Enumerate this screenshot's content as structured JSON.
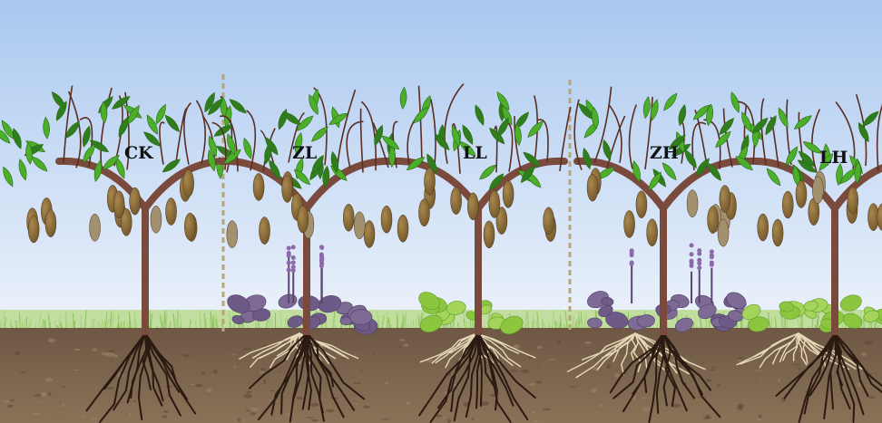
{
  "labels": {
    "ck": "CK",
    "zl": "ZL",
    "ll": "LL",
    "zh": "ZH",
    "lh": "LH"
  },
  "colors": {
    "sky_top": "#a9c8ef",
    "sky_bottom": "#eef3fb",
    "soil_top": "#6e5844",
    "soil_bottom": "#8a7258",
    "trunk": "#7a4a3c",
    "branch": "#5a2e22",
    "leaf": "#4caf2a",
    "leaf_dark": "#2f7d1c",
    "fruit": "#8a6a3a",
    "fruit_pale": "#a3906f",
    "root_dark": "#2a1a12",
    "root_pale": "#e8d9b8",
    "purple_herb": "#6e5a86",
    "green_herb": "#8cc63f",
    "grass": "#9ccf6a",
    "pole": "#b5a77a"
  },
  "icons": {
    "tree": "kiwi-vine-tree-icon",
    "fruit": "kiwifruit-icon",
    "purple_plant": "perilla-plant-icon",
    "green_plant": "green-herb-plant-icon",
    "roots": "root-system-icon"
  }
}
